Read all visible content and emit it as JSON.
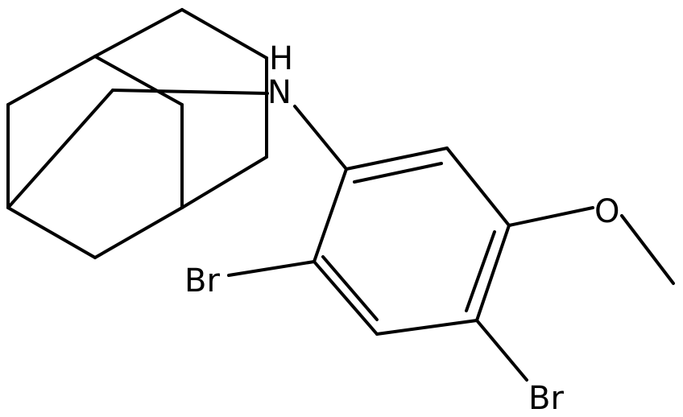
{
  "molecule": {
    "atom_labels": {
      "amine_h": "H",
      "amine_n": "N",
      "bromine_left": "Br",
      "bromine_bottom": "Br",
      "oxygen": "O"
    },
    "colors": {
      "bond": "#000000",
      "label": "#000000",
      "background": "#ffffff"
    }
  }
}
